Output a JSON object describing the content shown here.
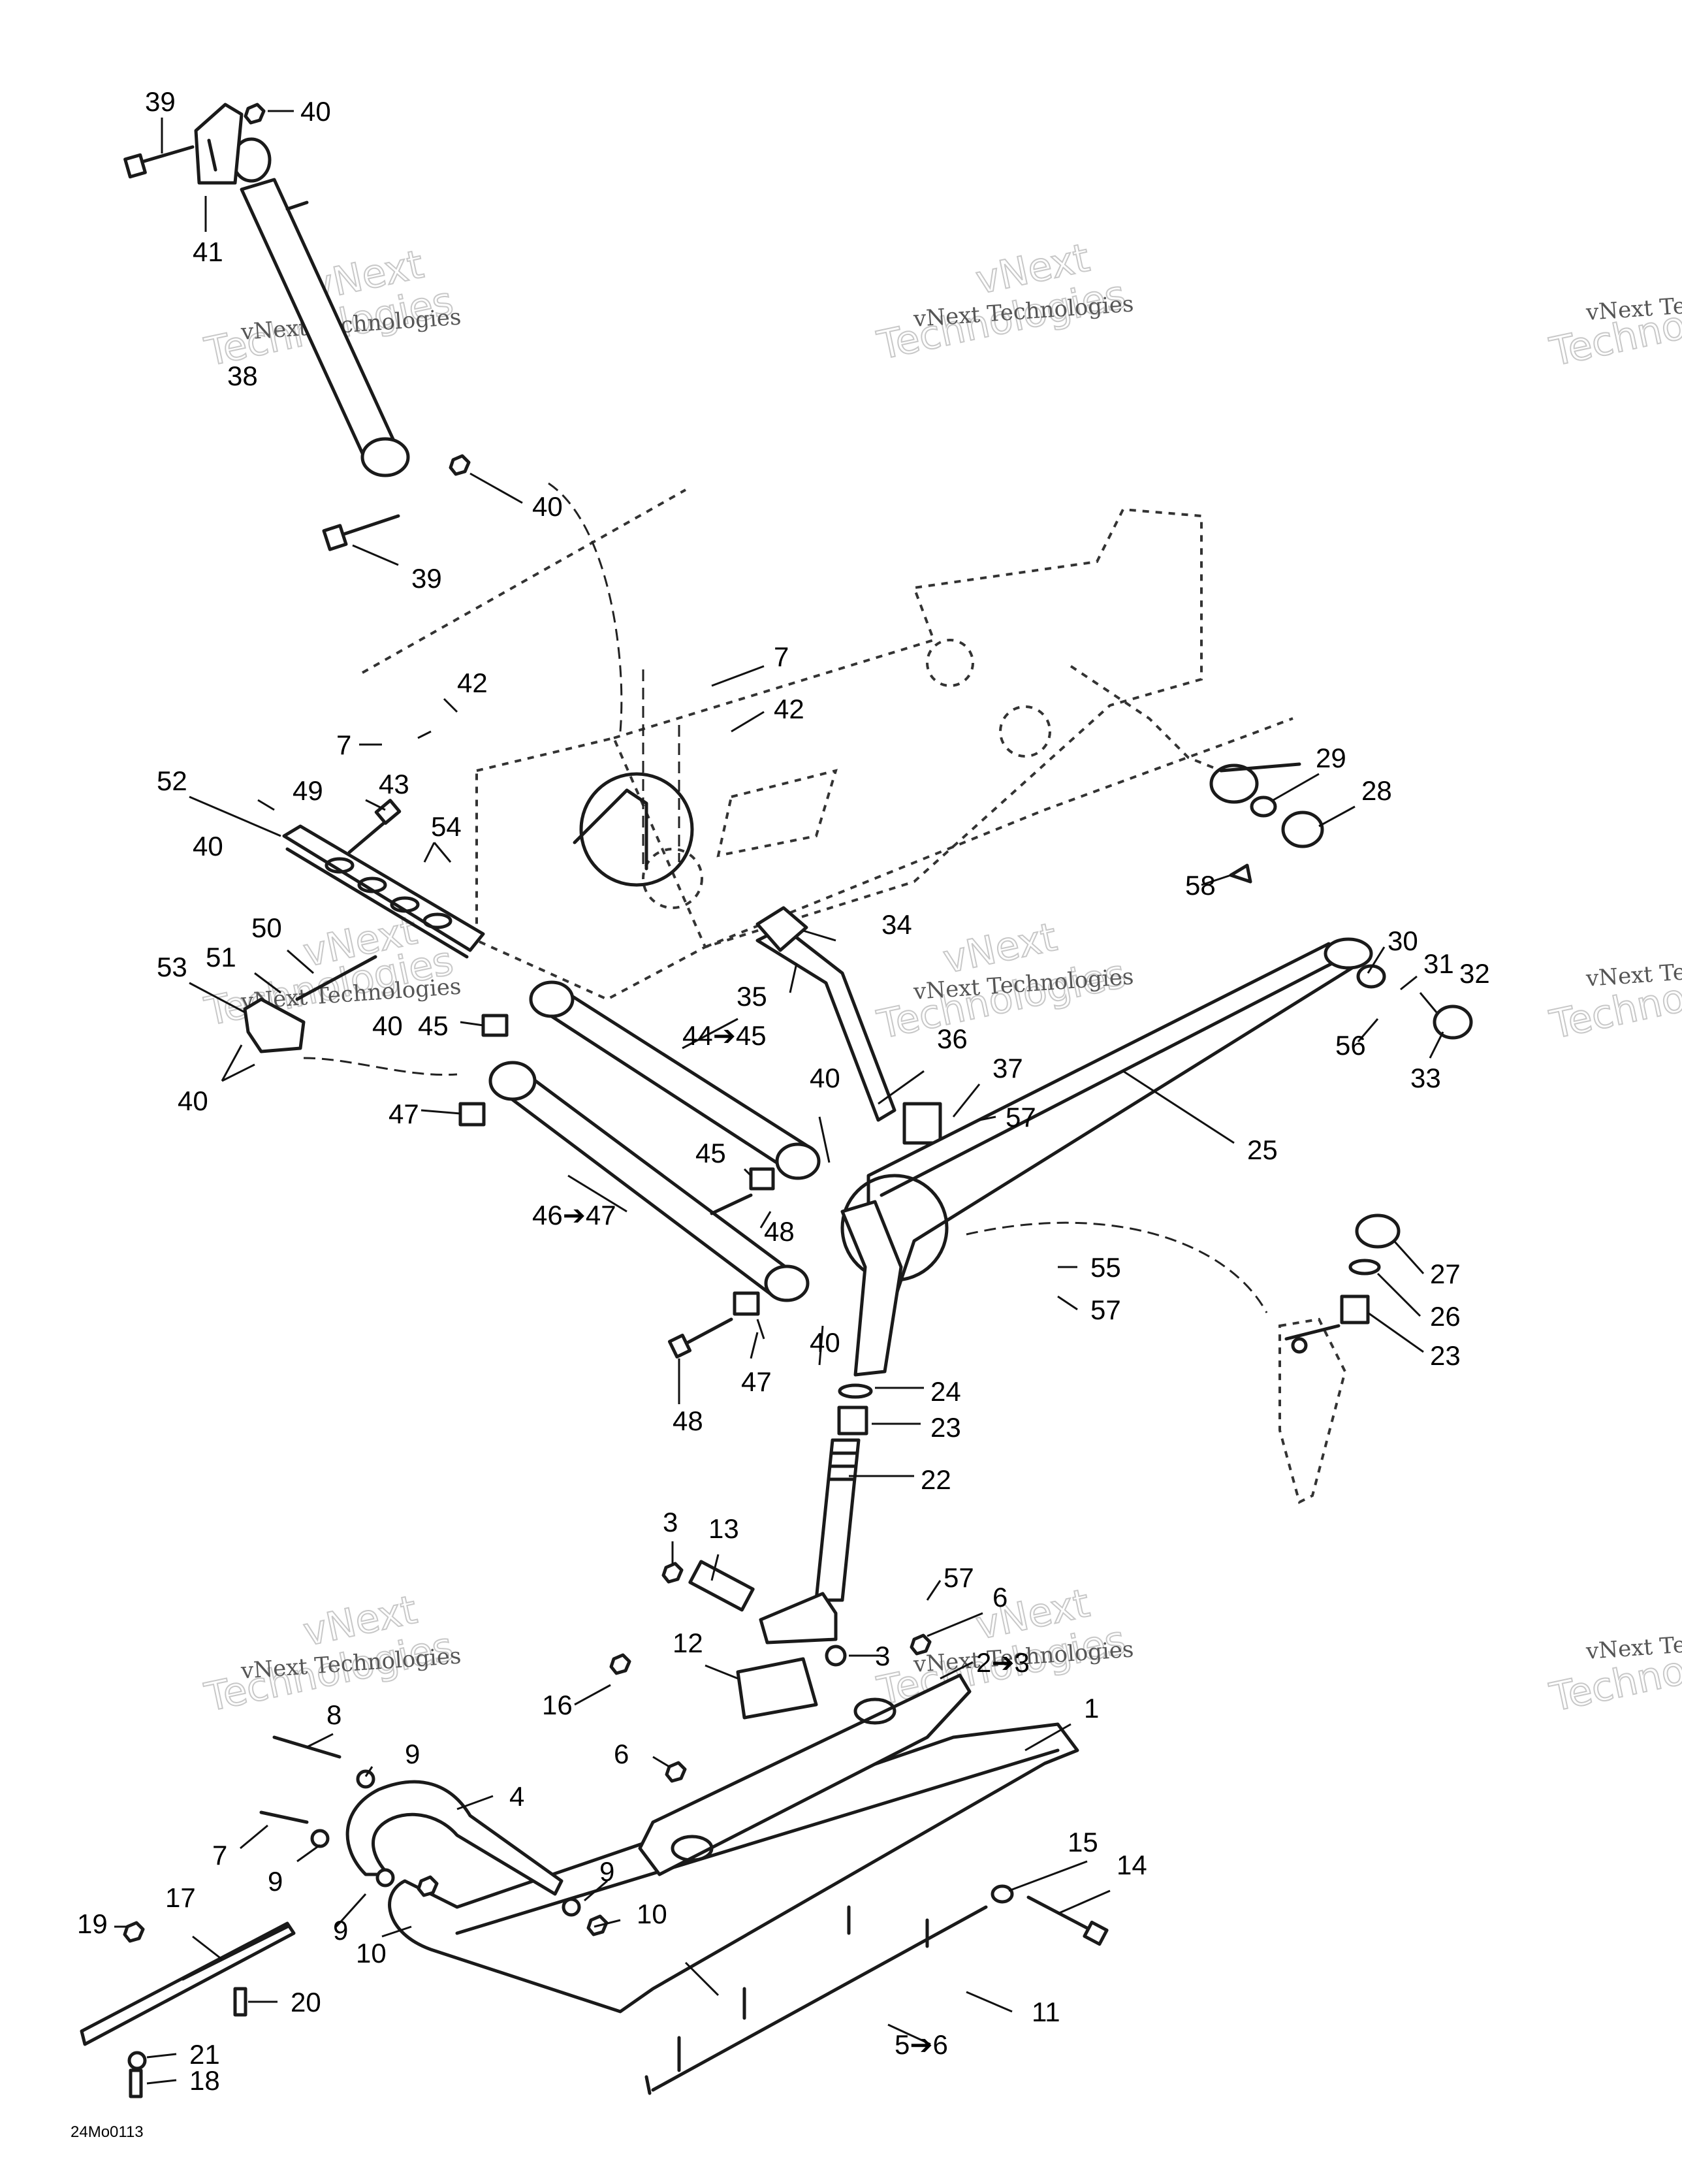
{
  "watermark": {
    "line1": "vNext Technologies",
    "line2": "Technologies",
    "line3": "vNext"
  },
  "drawing_code": "24Mo0113",
  "callouts": {
    "c1": "1",
    "c2": "2➔3",
    "c3a": "3",
    "c3b": "3",
    "c4": "4",
    "c5": "5➔6",
    "c6a": "6",
    "c6b": "6",
    "c7a": "7",
    "c7b": "7",
    "c7c": "7",
    "c8": "8",
    "c9a": "9",
    "c9b": "9",
    "c9c": "9",
    "c9d": "9",
    "c10a": "10",
    "c10b": "10",
    "c11": "11",
    "c12": "12",
    "c13": "13",
    "c14": "14",
    "c15": "15",
    "c16": "16",
    "c17": "17",
    "c18": "18",
    "c19": "19",
    "c20": "20",
    "c21": "21",
    "c22": "22",
    "c23a": "23",
    "c23b": "23",
    "c24": "24",
    "c25": "25",
    "c26": "26",
    "c27": "27",
    "c28": "28",
    "c29": "29",
    "c30": "30",
    "c31": "31",
    "c32": "32",
    "c33": "33",
    "c34": "34",
    "c35": "35",
    "c36": "36",
    "c37": "37",
    "c38": "38",
    "c39a": "39",
    "c39b": "39",
    "c40a": "40",
    "c40b": "40",
    "c40c": "40",
    "c40d": "40",
    "c40e": "40",
    "c40f": "40",
    "c40g": "40",
    "c41": "41",
    "c42a": "42",
    "c42b": "42",
    "c43": "43",
    "c44": "44➔45",
    "c45a": "45",
    "c45b": "45",
    "c46": "46➔47",
    "c47a": "47",
    "c47b": "47",
    "c48a": "48",
    "c48b": "48",
    "c49": "49",
    "c50": "50",
    "c51": "51",
    "c52": "52",
    "c53": "53",
    "c54": "54",
    "c55": "55",
    "c56": "56",
    "c57a": "57",
    "c57b": "57",
    "c57c": "57",
    "c58": "58"
  }
}
